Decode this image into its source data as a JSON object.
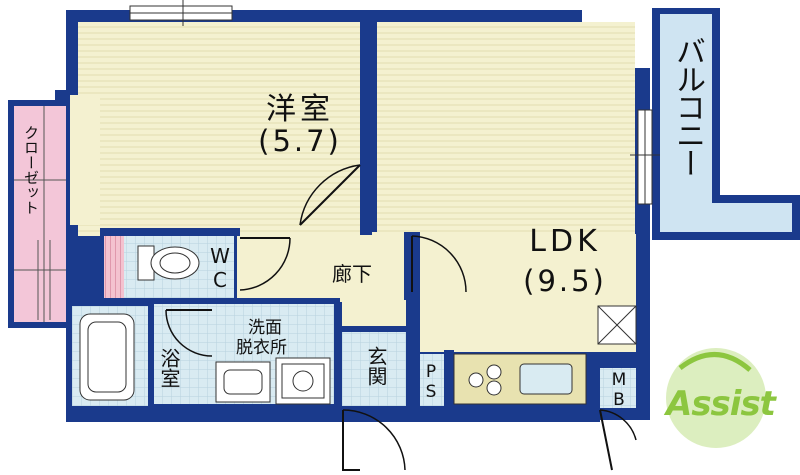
{
  "rooms": {
    "western_room": {
      "name": "洋室",
      "area": "(5.7)"
    },
    "ldk": {
      "name": "LDK",
      "area": "(9.5)"
    },
    "closet": {
      "name": "クローゼット"
    },
    "balcony": {
      "name": "バルコニー"
    },
    "toilet": {
      "name": "WC"
    },
    "hallway": {
      "name": "廊下"
    },
    "washroom": {
      "line1": "洗面",
      "line2": "脱衣所"
    },
    "bathroom": {
      "name": "浴室"
    },
    "entrance": {
      "name": "玄関"
    },
    "ps": {
      "name": "PS"
    },
    "mb": {
      "name": "MB"
    }
  },
  "logo": {
    "text": "Assist"
  },
  "colors": {
    "wall": "#1a3a8c",
    "room_floor": "#f4f1d0",
    "wet_floor": "#d6e8f0",
    "closet": "#f3c6d8",
    "balcony": "#cfe4f2",
    "logo": "#8cc63f"
  }
}
